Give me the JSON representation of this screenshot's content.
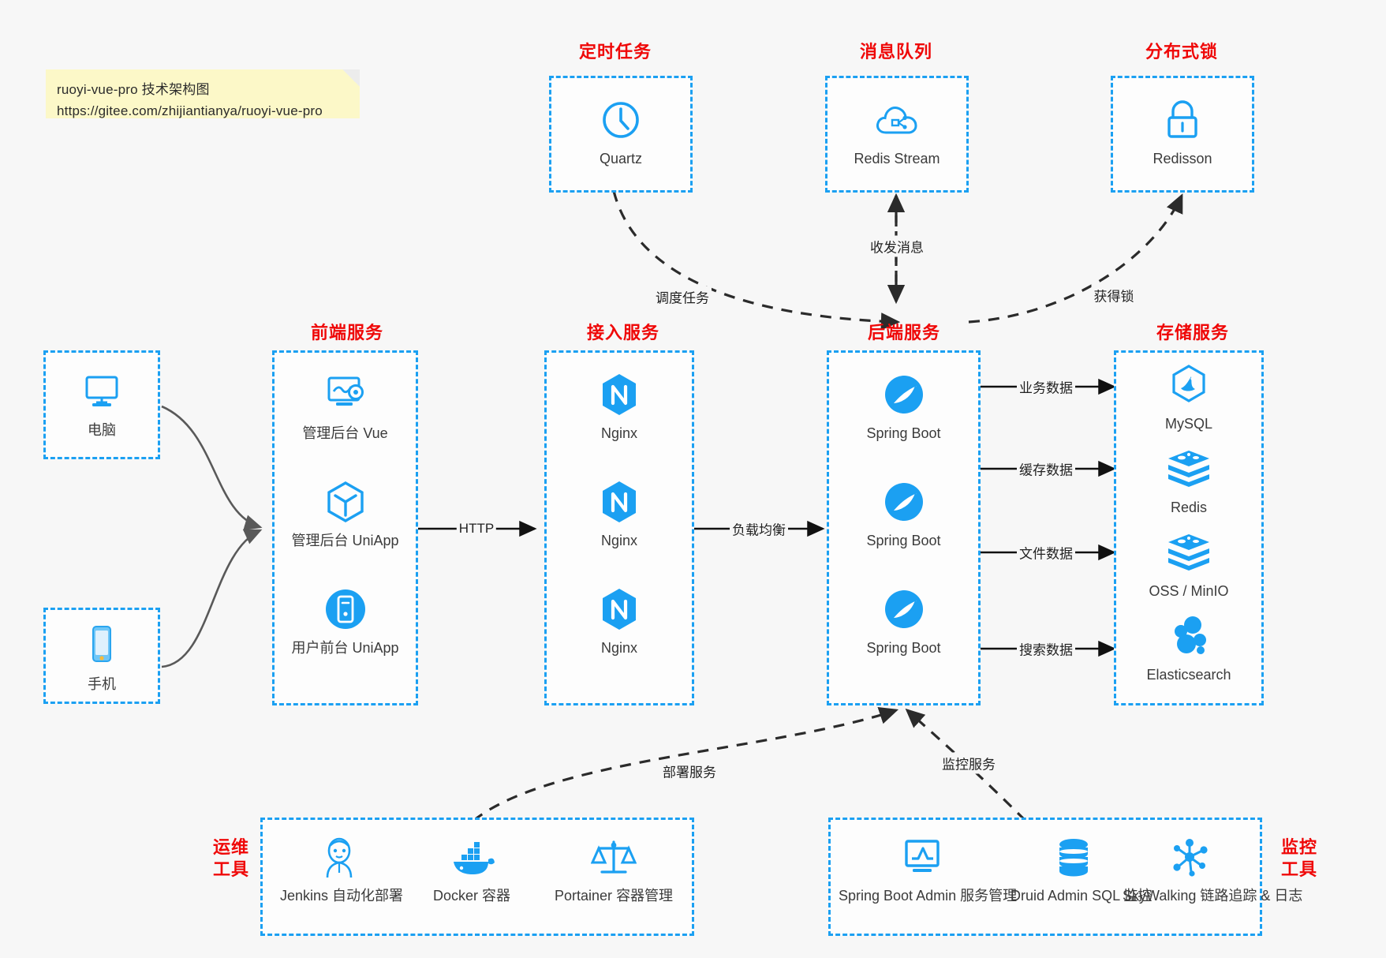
{
  "note": {
    "line1": "ruoyi-vue-pro 技术架构图",
    "line2": "https://gitee.com/zhijiantianya/ruoyi-vue-pro"
  },
  "groups": {
    "scheduler": {
      "title": "定时任务"
    },
    "mq": {
      "title": "消息队列"
    },
    "lock": {
      "title": "分布式锁"
    },
    "frontend": {
      "title": "前端服务"
    },
    "gateway": {
      "title": "接入服务"
    },
    "backend": {
      "title": "后端服务"
    },
    "storage": {
      "title": "存储服务"
    },
    "devops": {
      "title": "运维\n工具",
      "line1": "运维",
      "line2": "工具"
    },
    "monitor": {
      "title": "监控\n工具",
      "line1": "监控",
      "line2": "工具"
    }
  },
  "clients": [
    {
      "label": "电脑",
      "icon": "desktop-icon"
    },
    {
      "label": "手机",
      "icon": "mobile-phone-icon"
    }
  ],
  "scheduler_nodes": [
    {
      "label": "Quartz",
      "icon": "clock-icon"
    }
  ],
  "mq_nodes": [
    {
      "label": "Redis Stream",
      "icon": "cloud-network-icon"
    }
  ],
  "lock_nodes": [
    {
      "label": "Redisson",
      "icon": "padlock-icon"
    }
  ],
  "frontend_nodes": [
    {
      "label": "管理后台 Vue",
      "icon": "monitor-gear-icon"
    },
    {
      "label": "管理后台 UniApp",
      "icon": "cube-icon"
    },
    {
      "label": "用户前台 UniApp",
      "icon": "mobile-app-icon"
    }
  ],
  "gateway_nodes": [
    {
      "label": "Nginx",
      "icon": "nginx-icon"
    },
    {
      "label": "Nginx",
      "icon": "nginx-icon"
    },
    {
      "label": "Nginx",
      "icon": "nginx-icon"
    }
  ],
  "backend_nodes": [
    {
      "label": "Spring Boot",
      "icon": "spring-boot-icon"
    },
    {
      "label": "Spring Boot",
      "icon": "spring-boot-icon"
    },
    {
      "label": "Spring Boot",
      "icon": "spring-boot-icon"
    }
  ],
  "storage_nodes": [
    {
      "label": "MySQL",
      "icon": "mysql-icon"
    },
    {
      "label": "Redis",
      "icon": "redis-icon"
    },
    {
      "label": "OSS / MinIO",
      "icon": "oss-minio-icon"
    },
    {
      "label": "Elasticsearch",
      "icon": "elasticsearch-icon"
    }
  ],
  "devops_nodes": [
    {
      "label": "Jenkins",
      "sub": "自动化部署",
      "icon": "jenkins-icon"
    },
    {
      "label": "Docker",
      "sub": "容器",
      "icon": "docker-icon"
    },
    {
      "label": "Portainer",
      "sub": "容器管理",
      "icon": "scales-icon"
    }
  ],
  "monitor_nodes": [
    {
      "label": "Spring Boot Admin",
      "sub": "服务管理",
      "icon": "chart-monitor-icon"
    },
    {
      "label": "Druid Admin",
      "sub": "SQL 监控",
      "icon": "database-icon"
    },
    {
      "label": "SkyWalking",
      "sub": "链路追踪 & 日志",
      "icon": "skywalking-icon"
    }
  ],
  "edges": [
    {
      "name": "http",
      "label": "HTTP"
    },
    {
      "name": "lb",
      "label": "负载均衡"
    },
    {
      "name": "biz-data",
      "label": "业务数据"
    },
    {
      "name": "cache-data",
      "label": "缓存数据"
    },
    {
      "name": "file-data",
      "label": "文件数据"
    },
    {
      "name": "search-data",
      "label": "搜索数据"
    },
    {
      "name": "schedule",
      "label": "调度任务"
    },
    {
      "name": "message",
      "label": "收发消息"
    },
    {
      "name": "acquire-lock",
      "label": "获得锁"
    },
    {
      "name": "deploy",
      "label": "部署服务"
    },
    {
      "name": "monitoring",
      "label": "监控服务"
    }
  ],
  "colors": {
    "brand_blue": "#1ba0f2",
    "title_red": "#ef0808",
    "background": "#f7f7f7",
    "note_yellow": "#fcf8c8",
    "text": "#3b3b3b"
  }
}
